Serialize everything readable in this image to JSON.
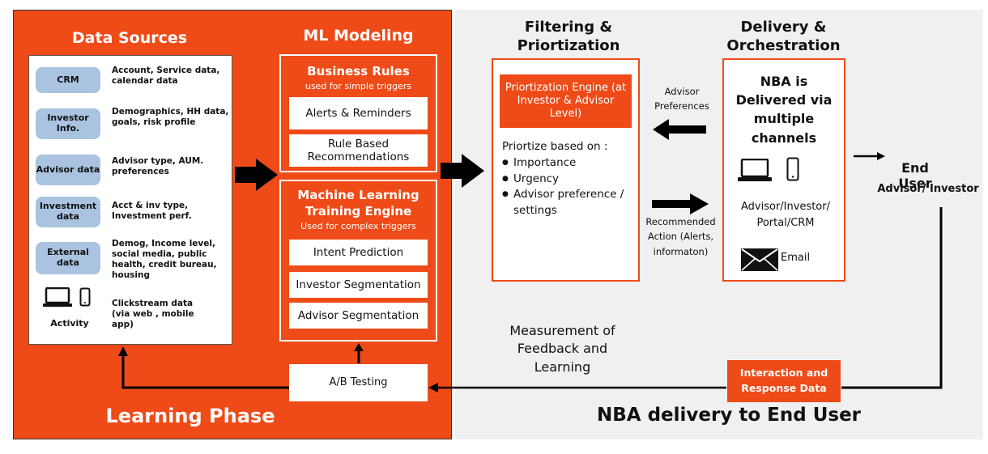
{
  "learning": {
    "phase_title": "Learning Phase",
    "data_sources_title": "Data Sources",
    "sources": [
      {
        "label": "CRM",
        "desc": "Account, Service data, calendar data"
      },
      {
        "label": "Investor Info.",
        "desc": "Demographics, HH data, goals, risk profile"
      },
      {
        "label": "Advisor data",
        "desc": "Advisor type, AUM. preferences"
      },
      {
        "label": "Investment data",
        "desc": "Acct & inv type, Investment perf."
      },
      {
        "label": "External data",
        "desc": "Demog, Income level, social media, public health, credit bureau, housing"
      },
      {
        "label": "Activity",
        "desc": "Clickstream data (via web , mobile app)"
      }
    ],
    "ml_title": "ML Modeling",
    "business_rules": {
      "title": "Business Rules",
      "subtitle": "used for simple triggers",
      "items": [
        "Alerts & Reminders",
        "Rule Based Recommendations"
      ]
    },
    "ml_engine": {
      "title": "Machine Learning Training Engine",
      "subtitle": "Used for complex triggers",
      "items": [
        "Intent Prediction",
        "Investor Segmentation",
        "Advisor Segmentation"
      ]
    },
    "ab_testing": "A/B Testing"
  },
  "delivery": {
    "title": "NBA delivery to End User",
    "filtering_title": "Filtering & Priortization",
    "engine_label": "Priortization Engine (at Investor & Advisor Level)",
    "prioritize_intro": "Priortize based on :",
    "prioritize_items": [
      "Importance",
      "Urgency",
      "Advisor preference / settings"
    ],
    "orchestration_title": "Delivery & Orchestration",
    "nba_text": "NBA is Delivered via multiple channels",
    "channels_text": "Advisor/Investor/ Portal/CRM",
    "email_label": "Email",
    "advisor_prefs": "Advisor Preferences",
    "recommended_action": "Recommended Action (Alerts, informaton)",
    "end_user_title": "End User",
    "end_user_sub": "Advisor/ Investor",
    "measurement_text": "Measurement of Feedback and Learning",
    "interaction_text": "Interaction and Response Data"
  },
  "colors": {
    "accent": "#ef4b18",
    "panel_grey": "#f0f0f0",
    "db_blue": "#a9c3e0"
  }
}
